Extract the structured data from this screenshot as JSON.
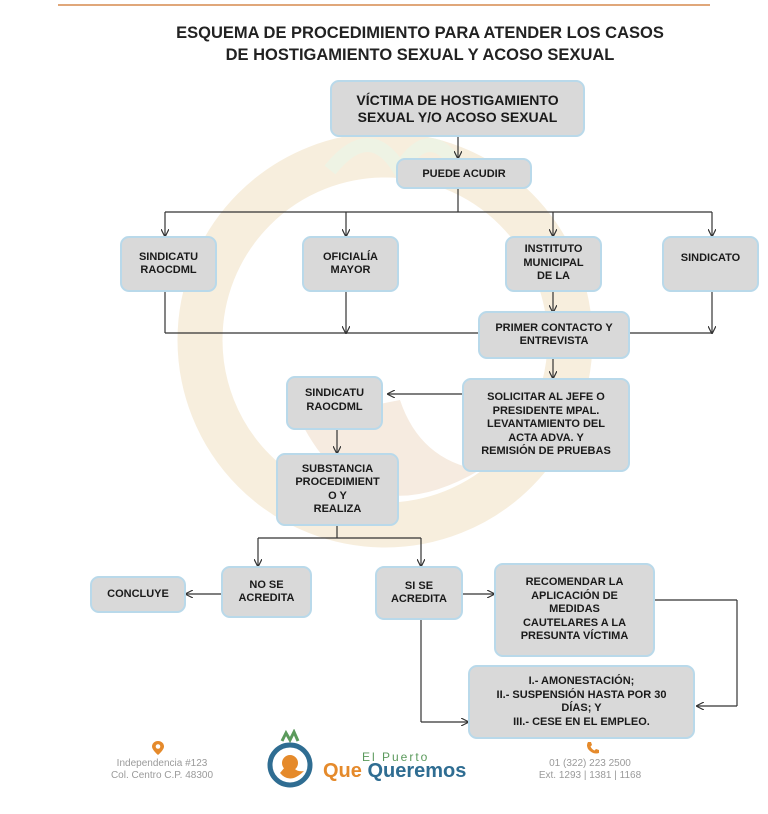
{
  "title": "ESQUEMA DE PROCEDIMIENTO PARA ATENDER LOS CASOS\nDE HOSTIGAMIENTO SEXUAL Y ACOSO SEXUAL",
  "nodes": {
    "victima": "VÍCTIMA DE HOSTIGAMIENTO\nSEXUAL Y/O ACOSO SEXUAL",
    "puede_acudir": "PUEDE ACUDIR",
    "sindicatura_1": "SINDICATU\nRAOCDML",
    "oficialia": "OFICIALÍA\nMAYOR",
    "instituto": "INSTITUTO\nMUNICIPAL\nDE LA",
    "sindicato": "SINDICATO",
    "primer_contacto": "PRIMER CONTACTO Y\nENTREVISTA",
    "solicitar": "SOLICITAR AL JEFE O\nPRESIDENTE MPAL.\nLEVANTAMIENTO DEL\nACTA ADVA. Y\nREMISIÓN DE PRUEBAS",
    "sindicatura_2": "SINDICATU\nRAOCDML",
    "substancia": "SUBSTANCIA\nPROCEDIMIENT\nO Y\nREALIZA",
    "concluye": "CONCLUYE",
    "no_se_acredita": "NO SE\nACREDITA",
    "si_se_acredita": "SI SE\nACREDITA",
    "recomendar": "RECOMENDAR LA\nAPLICACIÓN DE\nMEDIDAS\nCAUTELARES A LA\nPRESUNTA VÍCTIMA",
    "sanciones": "I.- AMONESTACIÓN;\nII.- SUSPENSIÓN HASTA POR 30\nDÍAS; Y\nIII.- CESE EN EL EMPLEO."
  },
  "footer": {
    "address_line1": "Independencia #123",
    "address_line2": "Col. Centro C.P. 48300",
    "phone_line1": "01 (322) 223 2500",
    "phone_line2": "Ext. 1293 | 1381 | 1168",
    "logo_small": "El Puerto",
    "logo_word1": "Que",
    "logo_word2": "Queremos"
  },
  "colors": {
    "box_fill": "#d9d9d9",
    "box_border": "#b9d9ea",
    "accent_orange": "#e58a2b",
    "accent_blue": "#2f6d92",
    "accent_green": "#5b9a5c"
  },
  "icons": [
    "location-pin-icon",
    "phone-icon",
    "logo-mark"
  ]
}
